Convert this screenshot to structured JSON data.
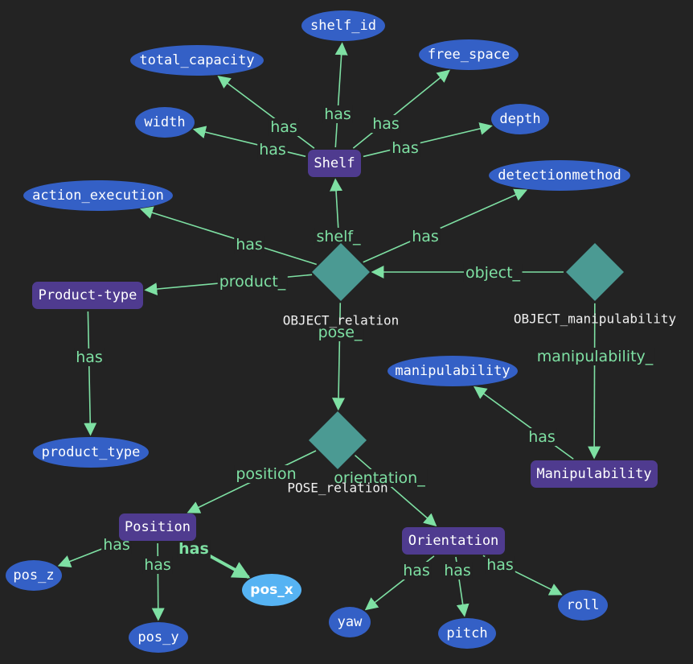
{
  "colors": {
    "background": "#232323",
    "attribute_fill": "#3460c6",
    "attribute_highlight_fill": "#56b3f3",
    "class_fill": "#4f3b8f",
    "relation_fill": "#4b9a93",
    "edge": "#7ee0a3",
    "edge_label": "#7ee0a3",
    "node_text": "#ffffff"
  },
  "nodes": {
    "shelf_id": {
      "label": "shelf_id",
      "kind": "attribute"
    },
    "total_capacity": {
      "label": "total_capacity",
      "kind": "attribute"
    },
    "free_space": {
      "label": "free_space",
      "kind": "attribute"
    },
    "width": {
      "label": "width",
      "kind": "attribute"
    },
    "depth": {
      "label": "depth",
      "kind": "attribute"
    },
    "shelf": {
      "label": "Shelf",
      "kind": "class"
    },
    "action_execution": {
      "label": "action_execution",
      "kind": "attribute"
    },
    "detectionmethod": {
      "label": "detectionmethod",
      "kind": "attribute"
    },
    "product_type_class": {
      "label": "Product-type",
      "kind": "class"
    },
    "object_relation": {
      "label": "OBJECT_relation",
      "kind": "relation"
    },
    "object_manipulability": {
      "label": "OBJECT_manipulability",
      "kind": "relation"
    },
    "manipulability_attr": {
      "label": "manipulability",
      "kind": "attribute"
    },
    "product_type_attr": {
      "label": "product_type",
      "kind": "attribute"
    },
    "pose_relation": {
      "label": "POSE_relation",
      "kind": "relation"
    },
    "manipulability_class": {
      "label": "Manipulability",
      "kind": "class"
    },
    "position": {
      "label": "Position",
      "kind": "class"
    },
    "orientation": {
      "label": "Orientation",
      "kind": "class"
    },
    "pos_z": {
      "label": "pos_z",
      "kind": "attribute"
    },
    "pos_x": {
      "label": "pos_x",
      "kind": "attribute",
      "highlighted": true
    },
    "pos_y": {
      "label": "pos_y",
      "kind": "attribute"
    },
    "yaw": {
      "label": "yaw",
      "kind": "attribute"
    },
    "pitch": {
      "label": "pitch",
      "kind": "attribute"
    },
    "roll": {
      "label": "roll",
      "kind": "attribute"
    }
  },
  "edges": [
    {
      "from": "shelf",
      "to": "shelf_id",
      "label": "has"
    },
    {
      "from": "shelf",
      "to": "total_capacity",
      "label": "has"
    },
    {
      "from": "shelf",
      "to": "free_space",
      "label": "has"
    },
    {
      "from": "shelf",
      "to": "width",
      "label": "has"
    },
    {
      "from": "shelf",
      "to": "depth",
      "label": "has"
    },
    {
      "from": "object_relation",
      "to": "shelf",
      "label": "shelf_"
    },
    {
      "from": "object_relation",
      "to": "action_execution",
      "label": "has"
    },
    {
      "from": "object_relation",
      "to": "detectionmethod",
      "label": "has"
    },
    {
      "from": "object_relation",
      "to": "product_type_class",
      "label": "product_"
    },
    {
      "from": "object_manipulability",
      "to": "object_relation",
      "label": "object_"
    },
    {
      "from": "object_manipulability",
      "to": "manipulability_class",
      "label": "manipulability_"
    },
    {
      "from": "product_type_class",
      "to": "product_type_attr",
      "label": "has"
    },
    {
      "from": "object_relation",
      "to": "pose_relation",
      "label": "pose_"
    },
    {
      "from": "manipulability_class",
      "to": "manipulability_attr",
      "label": "has"
    },
    {
      "from": "pose_relation",
      "to": "position",
      "label": "position"
    },
    {
      "from": "pose_relation",
      "to": "orientation",
      "label": "orientation_"
    },
    {
      "from": "position",
      "to": "pos_z",
      "label": "has"
    },
    {
      "from": "position",
      "to": "pos_x",
      "label": "has",
      "highlighted": true
    },
    {
      "from": "position",
      "to": "pos_y",
      "label": "has"
    },
    {
      "from": "orientation",
      "to": "yaw",
      "label": "has"
    },
    {
      "from": "orientation",
      "to": "pitch",
      "label": "has"
    },
    {
      "from": "orientation",
      "to": "roll",
      "label": "has"
    }
  ]
}
